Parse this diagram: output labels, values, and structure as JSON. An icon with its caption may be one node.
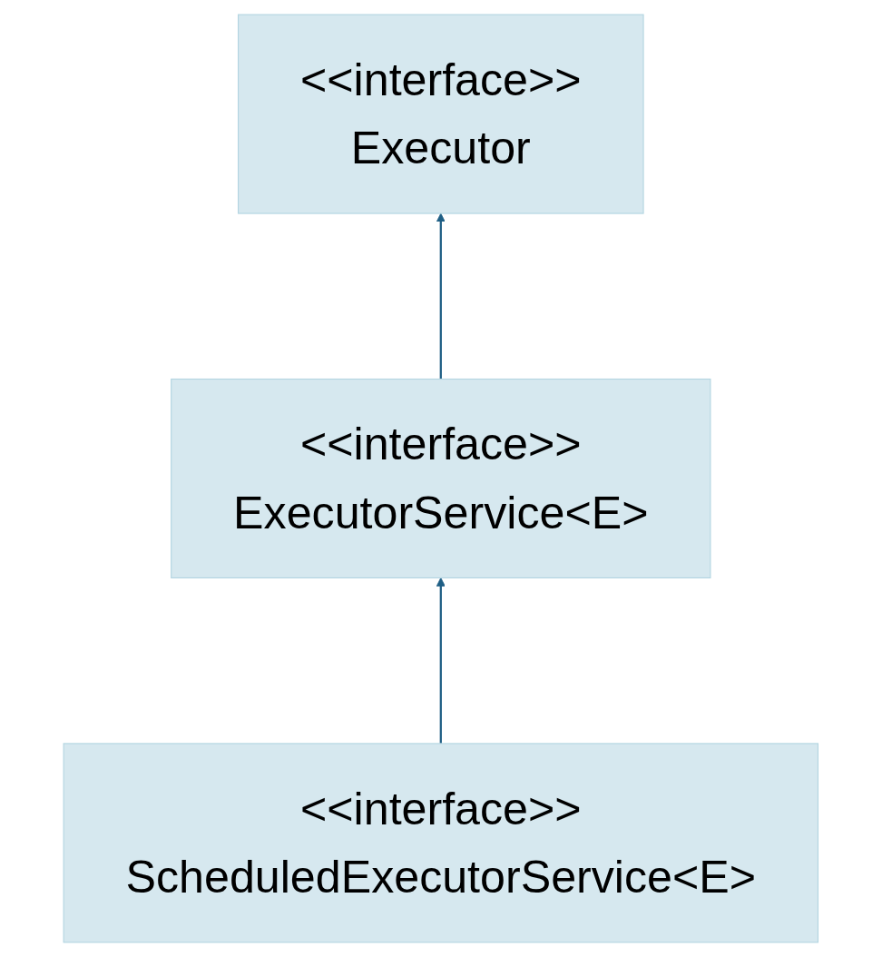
{
  "diagram": {
    "nodes": [
      {
        "text": [
          "<<interface>>",
          "Executor"
        ]
      },
      {
        "text": [
          "<<interface>>",
          "ExecutorService<E>"
        ]
      },
      {
        "text": [
          "<<interface>>",
          "ScheduledExecutorService<E>"
        ]
      }
    ],
    "edges": [
      {
        "from": 1,
        "to": 0,
        "arrow": "to"
      },
      {
        "from": 2,
        "to": 1,
        "arrow": "to"
      }
    ]
  }
}
